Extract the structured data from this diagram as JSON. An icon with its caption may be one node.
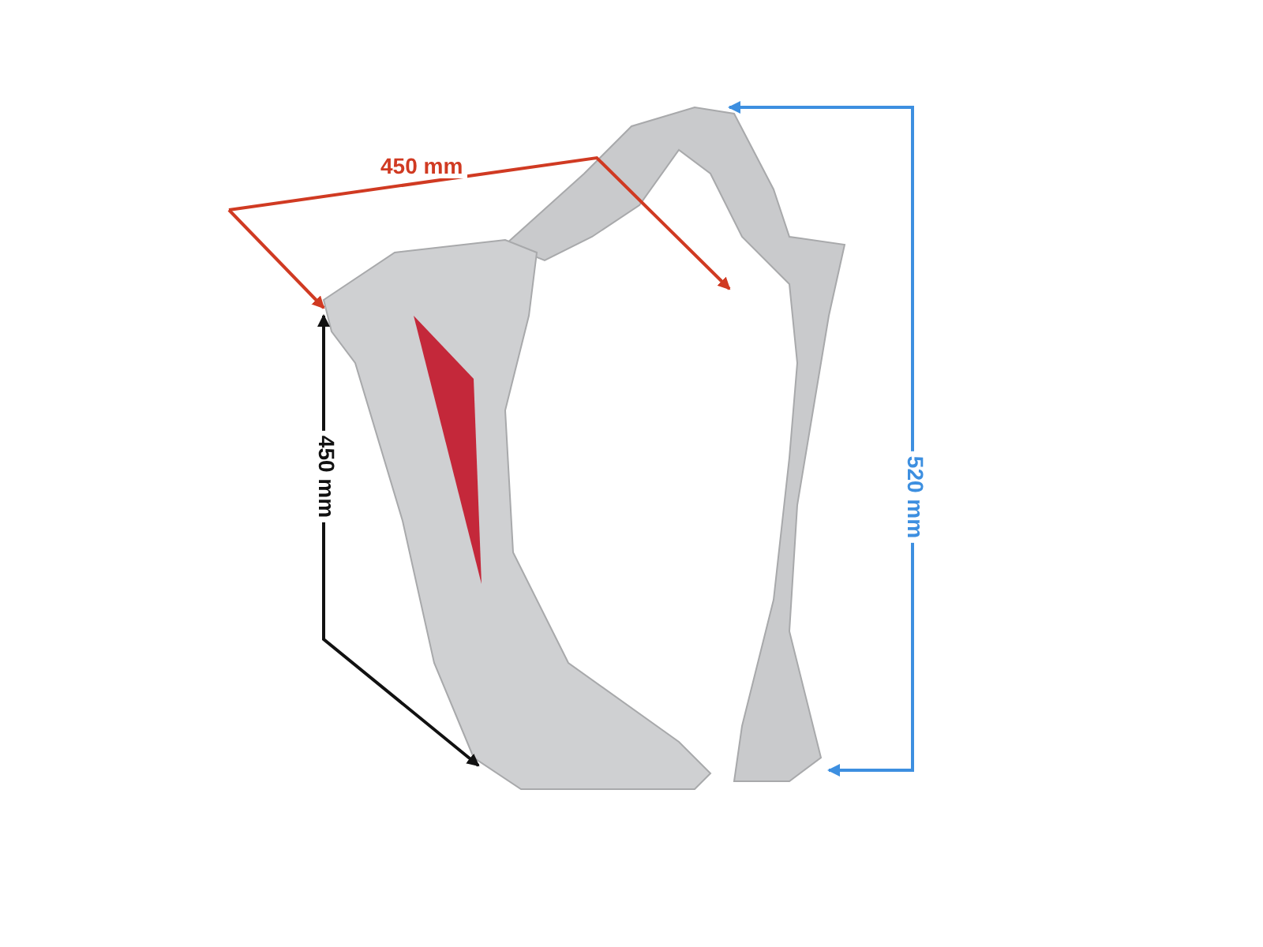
{
  "diagram": {
    "labels": [
      "450 mm",
      "450 mm",
      "520 mm"
    ]
  }
}
